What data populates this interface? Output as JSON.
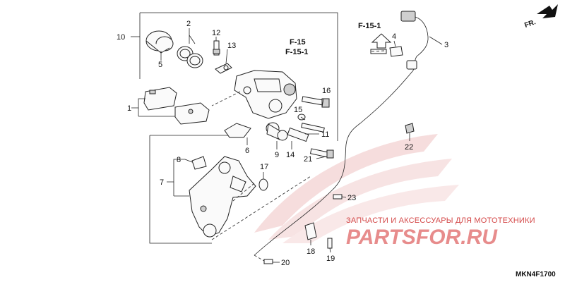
{
  "diagram": {
    "callouts": [
      {
        "id": "c1",
        "label": "1"
      },
      {
        "id": "c2",
        "label": "2"
      },
      {
        "id": "c3",
        "label": "3"
      },
      {
        "id": "c4",
        "label": "4"
      },
      {
        "id": "c5",
        "label": "5"
      },
      {
        "id": "c6",
        "label": "6"
      },
      {
        "id": "c7",
        "label": "7"
      },
      {
        "id": "c8",
        "label": "8"
      },
      {
        "id": "c9",
        "label": "9"
      },
      {
        "id": "c10",
        "label": "10"
      },
      {
        "id": "c11",
        "label": "11"
      },
      {
        "id": "c12",
        "label": "12"
      },
      {
        "id": "c13",
        "label": "13"
      },
      {
        "id": "c14",
        "label": "14"
      },
      {
        "id": "c15",
        "label": "15"
      },
      {
        "id": "c16",
        "label": "16"
      },
      {
        "id": "c17",
        "label": "17"
      },
      {
        "id": "c18",
        "label": "18"
      },
      {
        "id": "c19",
        "label": "19"
      },
      {
        "id": "c20",
        "label": "20"
      },
      {
        "id": "c21",
        "label": "21"
      },
      {
        "id": "c22",
        "label": "22"
      },
      {
        "id": "c23",
        "label": "23"
      }
    ],
    "ref_main_1": "F-15",
    "ref_main_2": "F-15-1",
    "ref_top": "F-15-1",
    "front_label": "FR.",
    "diagram_code": "MKN4F1700"
  },
  "watermark": {
    "caption": "ЗАПЧАСТИ И АКСЕССУАРЫ ДЛЯ МОТОТЕХНИКИ",
    "logo": "PARTSFOR.RU",
    "logo_color": "#e06666",
    "caption_color": "#d44848"
  }
}
